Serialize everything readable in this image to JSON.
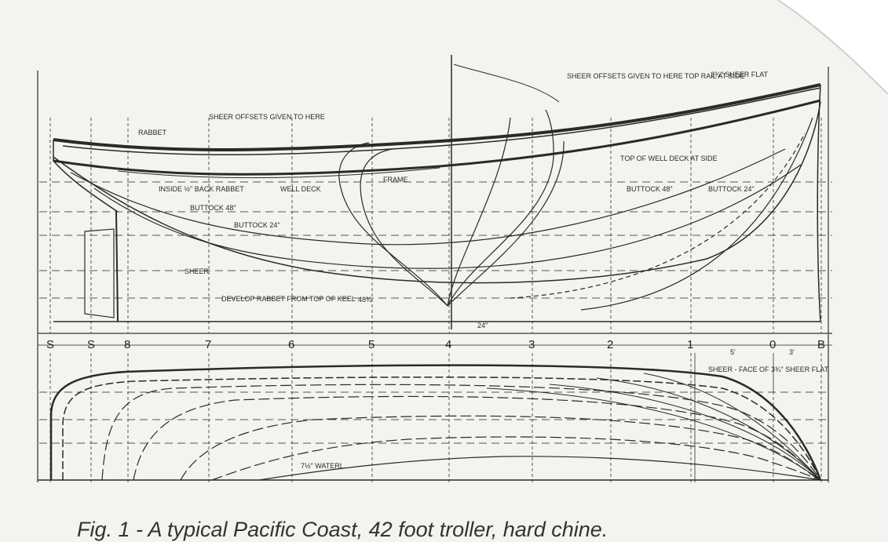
{
  "colors": {
    "paper": "#f4f3ef",
    "ink": "#2a2a2a",
    "grid": "#555555"
  },
  "stations": [
    "S",
    "S",
    "8",
    "7",
    "6",
    "5",
    "4",
    "3",
    "2",
    "1",
    "0",
    "B"
  ],
  "profile_notes": {
    "sheer_offsets_aft": "SHEER OFFSETS GIVEN TO HERE",
    "sheer_offsets_fwd": "SHEER OFFSETS GIVEN TO HERE TOP RAIL AT SIDE",
    "sheer_flat": "3¾\" SHEER FLAT",
    "rabbet": "RABBET",
    "buttock_48_aft": "BUTTOCK 48\"",
    "buttock_24_aft": "BUTTOCK 24\"",
    "buttock_48_fwd": "BUTTOCK 48\"",
    "buttock_24_fwd": "BUTTOCK 24\"",
    "well_deck": "WELL DECK",
    "top_of_well": "TOP OF WELL DECK AT SIDE",
    "frame": "FRAME",
    "inside_rabbet": "INSIDE ½\" BACK RABBET",
    "develop_rabbet": "DEVELOP RABBET FROM TOP OF KEEL",
    "sheer_label": "SHEER",
    "dim_48": "48¾",
    "dim_24": "24\""
  },
  "plan_notes": {
    "sheer_face": "SHEER - FACE OF 3¾\" SHEER FLAT",
    "dim_5": "5'",
    "dim_3": "3'",
    "waterline": "7½\" WATERL"
  },
  "caption": "Fig. 1 - A typical Pacific Coast, 42 foot troller, hard chine."
}
